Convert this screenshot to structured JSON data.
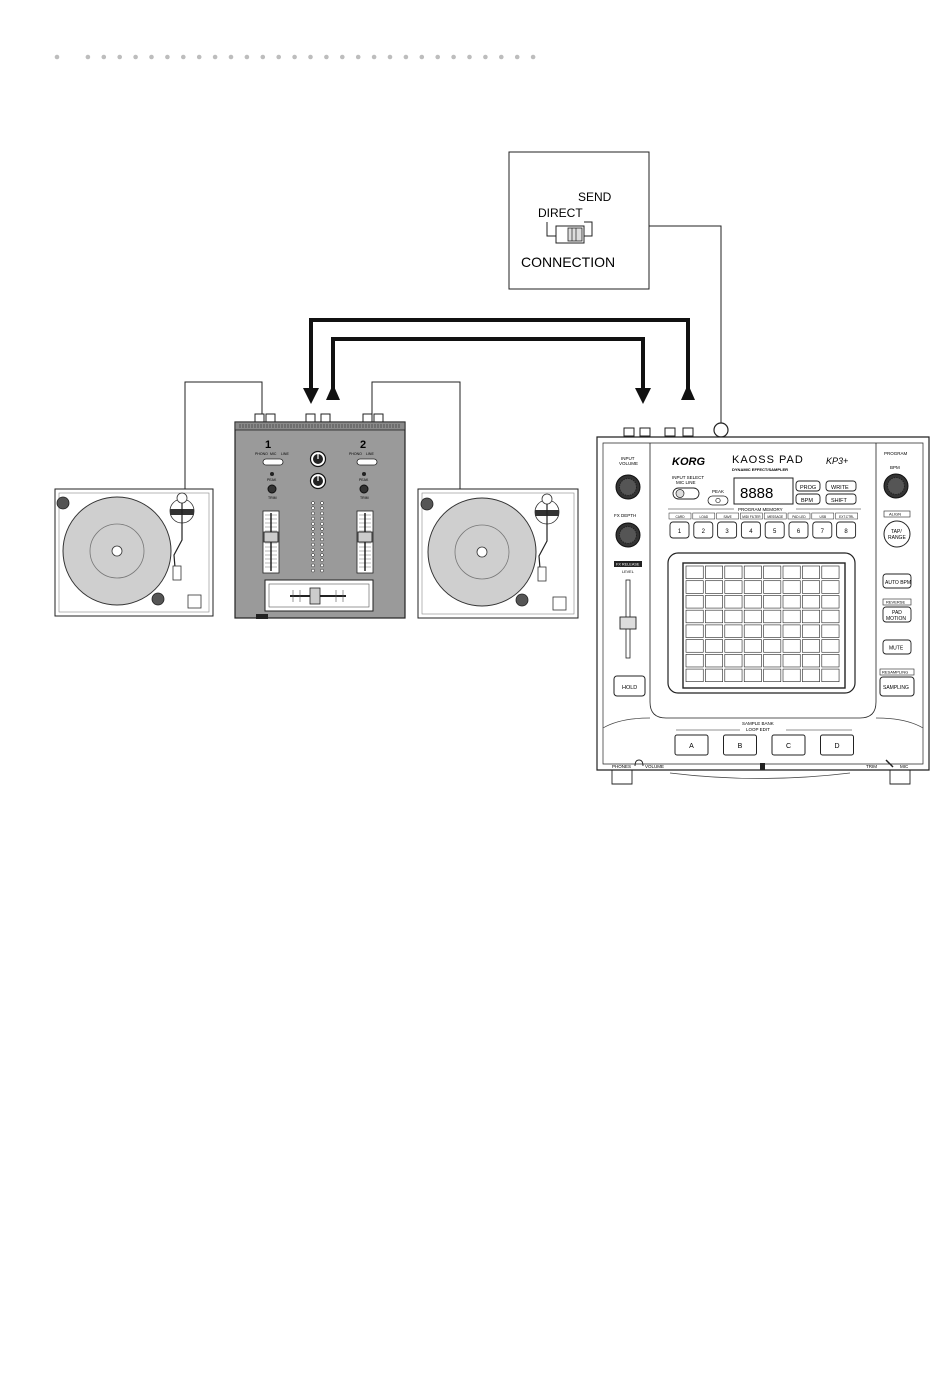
{
  "connection_box": {
    "send": "SEND",
    "direct": "DIRECT",
    "title": "CONNECTION"
  },
  "mixer": {
    "ch1": "1",
    "ch2": "2",
    "phono": "PHONO",
    "mic": "MIC",
    "line": "LINE",
    "peak": "PEAK",
    "trim": "TRIM"
  },
  "kaoss_pad": {
    "brand": "KORG",
    "name": "KAOSS PAD",
    "subtitle": "DYNAMIC EFFECT/SAMPLER",
    "model": "KP3+",
    "input_volume": [
      "INPUT",
      "VOLUME"
    ],
    "input_select": [
      "INPUT SELECT",
      "MIC   LINE"
    ],
    "peak": "PEAK",
    "display": "8888",
    "prog": "PROG",
    "write": "WRITE",
    "bpm_btn": "BPM",
    "shift": "SHIFT",
    "program_label": "PROGRAM",
    "bpm_label": "BPM",
    "fx_depth": "FX DEPTH",
    "program_memory": "PROGRAM MEMORY",
    "memory_labels": [
      "CARD",
      "LOAD",
      "SAVE",
      "MIDI FILTER",
      "MESSAGE",
      "PAD LED",
      "USB",
      "EXT.CTRL"
    ],
    "memory_numbers": [
      "1",
      "2",
      "3",
      "4",
      "5",
      "6",
      "7",
      "8"
    ],
    "align": "ALIGN",
    "tap_range": [
      "TAP/",
      "RANGE"
    ],
    "fx_release": "FX RELEASE",
    "level": "LEVEL",
    "auto_bpm": "AUTO BPM",
    "reverse": "REVERSE",
    "pad_motion": [
      "PAD",
      "MOTION"
    ],
    "mute": "MUTE",
    "resampling": "RESAMPLING",
    "sampling": "SAMPLING",
    "hold": "HOLD",
    "sample_bank": "SAMPLE BANK",
    "loop_edit": "LOOP EDIT",
    "bank_buttons": [
      "A",
      "B",
      "C",
      "D"
    ],
    "phones": "PHONES",
    "volume": "VOLUME",
    "trim": "TRIM",
    "mic": "MIC"
  }
}
